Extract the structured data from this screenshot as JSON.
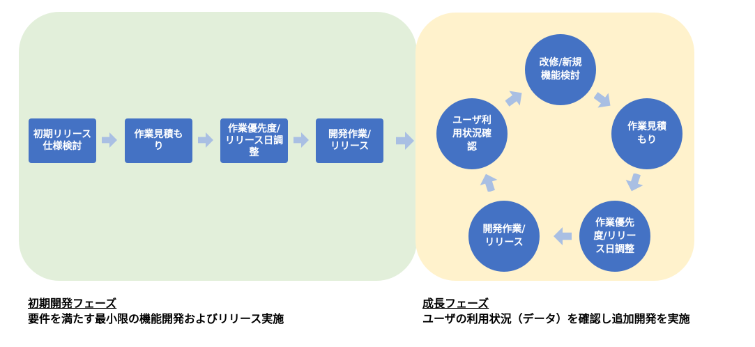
{
  "initial_phase": {
    "steps": [
      "初期リリース\n仕様検討",
      "作業見積も\nり",
      "作業優先度/\nリリース日調\n整",
      "開発作業/\nリリース"
    ],
    "caption_title": "初期開発フェーズ",
    "caption_text": "要件を満たす最小限の機能開発およびリリース実施"
  },
  "growth_phase": {
    "cycle": [
      "改修/新規\n機能検討",
      "作業見積\nもり",
      "作業優先\n度/リリー\nス日調整",
      "開発作業/\nリリース",
      "ユーザ利\n用状況確\n認"
    ],
    "caption_title": "成長フェーズ",
    "caption_text": "ユーザの利用状況（データ）を確認し追加開発を実施"
  },
  "colors": {
    "node": "#4472c4",
    "arrow": "#a9bfe3",
    "initial_panel": "#e2efda",
    "growth_panel": "#fff2cc"
  }
}
